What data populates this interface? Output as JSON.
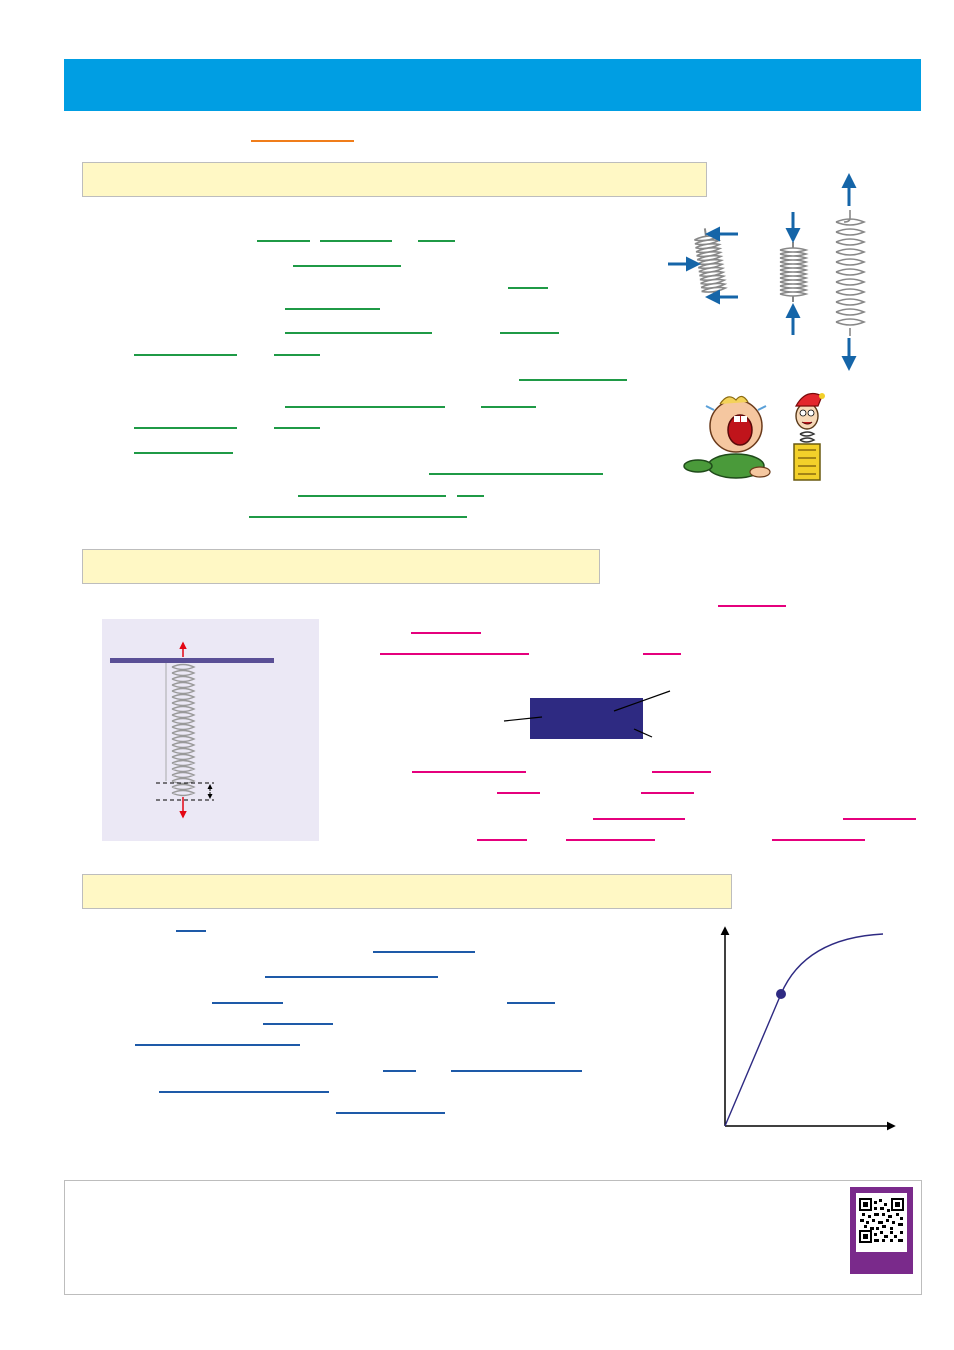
{
  "colors": {
    "title_bar": "#009ee3",
    "section_background": "#fff8c5",
    "answer_line_section_1": "#1f9a46",
    "answer_line_section_2": "#e5007d",
    "answer_line_section_3": "#1e5aa8",
    "keyword_underline": "#f07d1a",
    "arrow_blue": "#1565a8",
    "force_arrow_red": "#e30613",
    "mass_block": "#2e2a82",
    "graph_curve": "#2e2a82",
    "qr_card": "#7a2a8b"
  },
  "icons": [
    "compressed-spring-icon",
    "stretched-spring-icon",
    "crying-baby-cartoon",
    "jack-in-the-box-cartoon",
    "hanging-spring-diagram",
    "force-extension-graph",
    "qr-code"
  ]
}
